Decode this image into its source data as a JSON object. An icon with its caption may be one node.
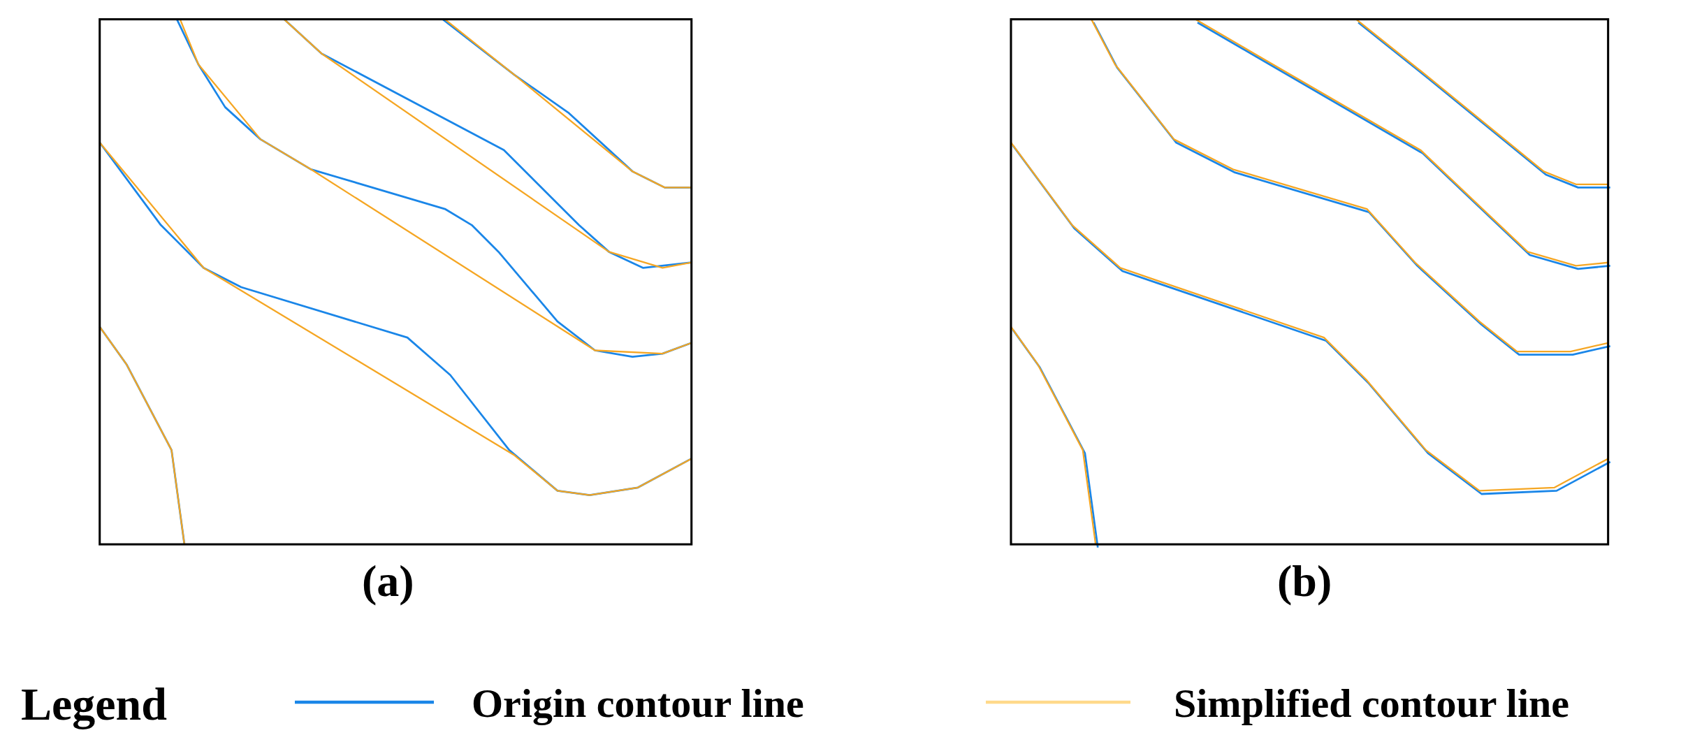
{
  "diagram": {
    "labels": [
      "(a)",
      "(b)",
      "Legend"
    ],
    "legend": [
      {
        "text": "Origin contour line"
      },
      {
        "text": "Simplified contour line"
      }
    ]
  }
}
